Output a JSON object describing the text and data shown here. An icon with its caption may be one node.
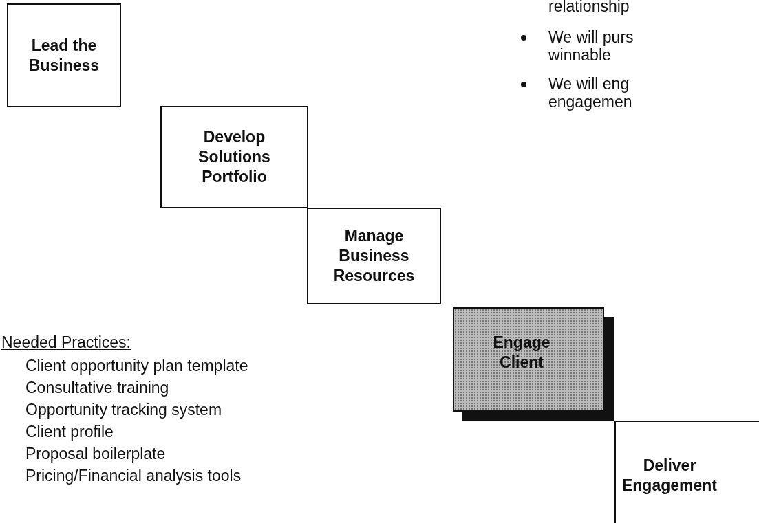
{
  "diagram": {
    "nodes": [
      {
        "text": [
          "Lead the Business"
        ]
      },
      {
        "text": [
          "Develop Solutions Portfolio"
        ]
      },
      {
        "text": [
          "Manage Business Resources"
        ]
      },
      {
        "text": [
          "Engage Client"
        ]
      },
      {
        "text": [
          "Deliver Engagement"
        ]
      }
    ],
    "edges": [],
    "labels": [
      "relationship",
      "We will purs winnable",
      "We will eng engagemen",
      "Needed Practices:",
      "Client opportunity plan template",
      "Consultative training",
      "Opportunity tracking system",
      "Client profile",
      "Proposal boilerplate",
      "Pricing/Financial analysis tools"
    ]
  }
}
